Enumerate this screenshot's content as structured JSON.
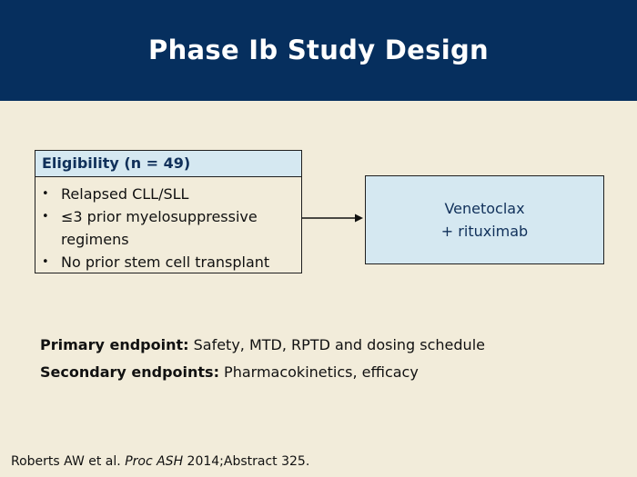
{
  "slide": {
    "title": "Phase Ib Study Design"
  },
  "eligibility": {
    "header": "Eligibility (n = 49)",
    "bullet_symbol": "•",
    "items": [
      "Relapsed CLL/SLL",
      "≤3 prior myelosuppressive regimens",
      "No prior stem cell transplant"
    ]
  },
  "treatment": {
    "line1": "Venetoclax",
    "line2": "+ rituximab"
  },
  "endpoints": {
    "primary_label": "Primary endpoint:",
    "primary_text": " Safety, MTD, RPTD and dosing schedule",
    "secondary_label": "Secondary endpoints:",
    "secondary_text": " Pharmacokinetics, efficacy"
  },
  "citation": {
    "authors": "Roberts AW et al. ",
    "journal": "Proc ASH",
    "details": " 2014;Abstract 325."
  },
  "colors": {
    "header_bg": "#062f5e",
    "slide_bg": "#f2ecda",
    "box_fill": "#d5e8f1",
    "accent_text": "#10305a"
  }
}
